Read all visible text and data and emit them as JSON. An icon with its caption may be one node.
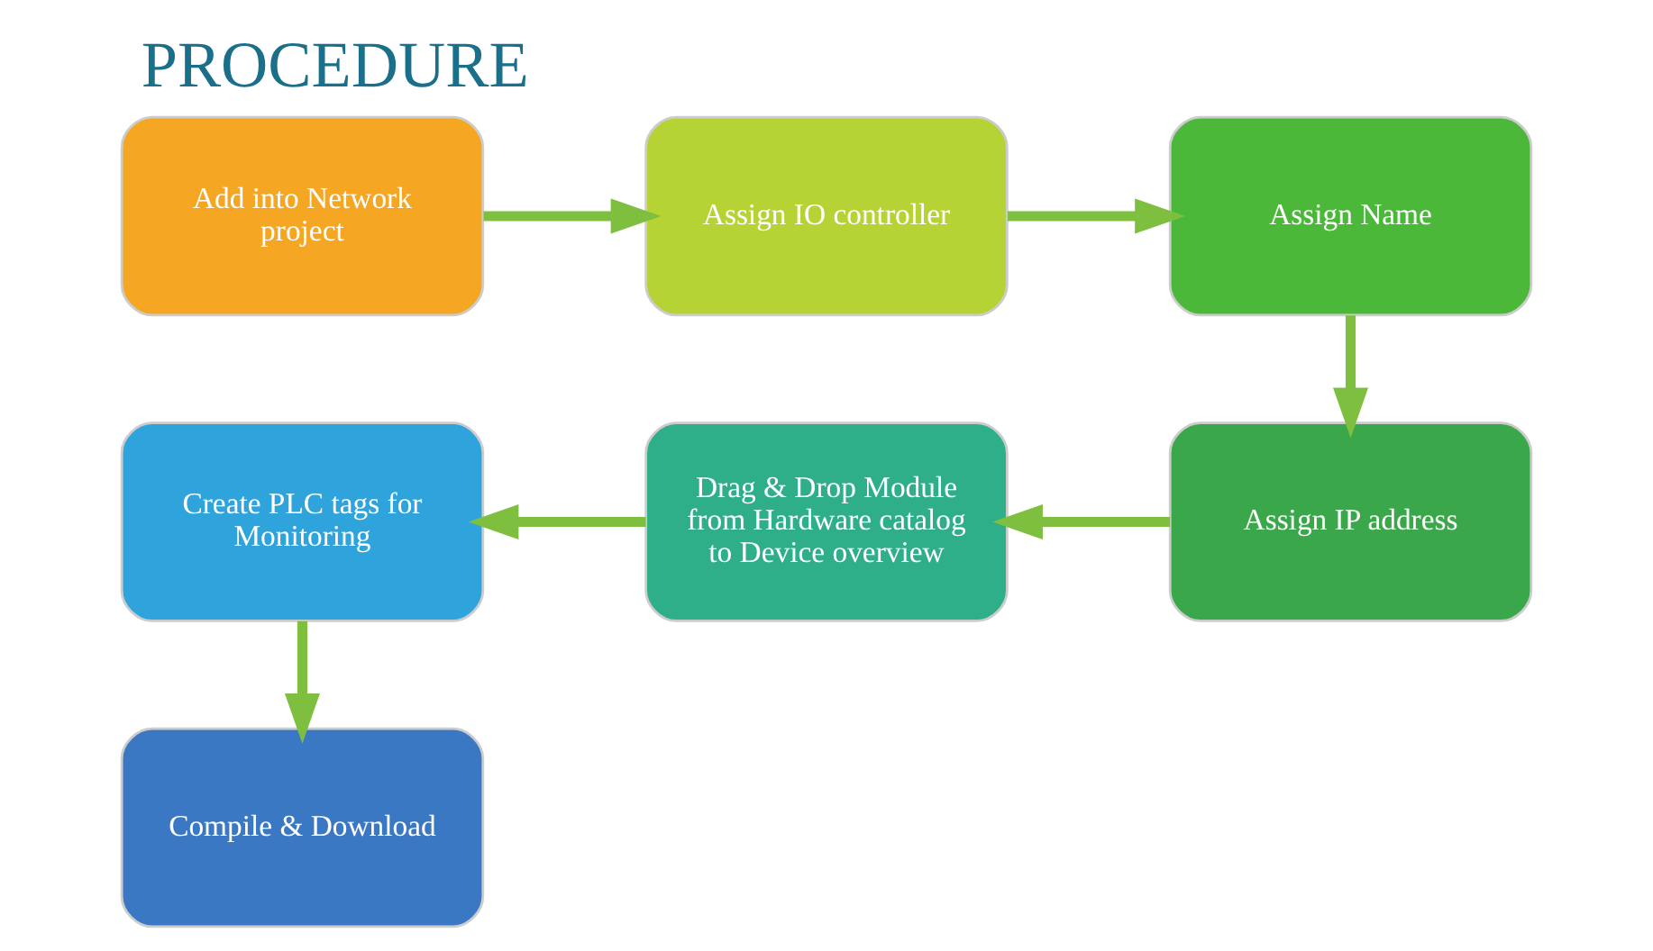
{
  "diagram": {
    "title": "PROCEDURE",
    "nodes": [
      {
        "text": [
          "Add into Network project"
        ]
      },
      {
        "text": [
          "Assign IO controller"
        ]
      },
      {
        "text": [
          "Assign Name"
        ]
      },
      {
        "text": [
          "Assign IP address"
        ]
      },
      {
        "text": [
          "Drag & Drop Module from Hardware catalog to Device overview"
        ]
      },
      {
        "text": [
          "Create PLC tags for Monitoring"
        ]
      },
      {
        "text": [
          "Compile & Download"
        ]
      }
    ],
    "edges": [
      {
        "from": 0,
        "to": 1,
        "arrow": "to"
      },
      {
        "from": 1,
        "to": 2,
        "arrow": "to"
      },
      {
        "from": 2,
        "to": 3,
        "arrow": "to"
      },
      {
        "from": 3,
        "to": 4,
        "arrow": "to"
      },
      {
        "from": 4,
        "to": 5,
        "arrow": "to"
      },
      {
        "from": 5,
        "to": 6,
        "arrow": "to"
      }
    ]
  }
}
